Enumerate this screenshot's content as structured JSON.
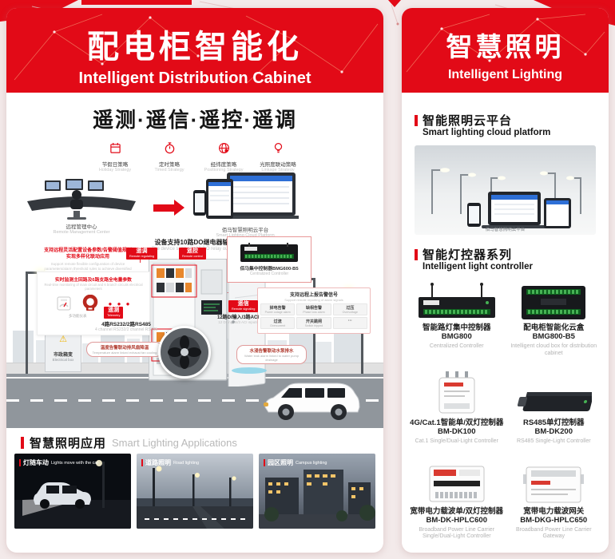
{
  "colors": {
    "accent": "#e20a17",
    "page_bg": "#f3eaea"
  },
  "left": {
    "header": {
      "title": "配电柜智能化",
      "subtitle": "Intelligent Distribution Cabinet"
    },
    "main_title": "遥测·遥信·遥控·遥调",
    "strategies": [
      {
        "icon": "calendar-icon",
        "label": "节假日策略",
        "label_en": "Holiday Strategy"
      },
      {
        "icon": "stopwatch-icon",
        "label": "定时策略",
        "label_en": "Timed Strategy"
      },
      {
        "icon": "globe-icon",
        "label": "经纬度策略",
        "label_en": "Positioning Strategy"
      },
      {
        "icon": "bulb-icon",
        "label": "光照度联动策略",
        "label_en": "Linkage Strategy"
      }
    ],
    "management": {
      "center_label": "远程管理中心",
      "center_label_en": "Remote Management Center",
      "cloud_label": "佰马智慧照明云平台",
      "cloud_label_en": "Smart Lighting Cloud Platform"
    },
    "do_note": {
      "cn": "设备支持10路DO继电器输出",
      "en": "The device supports 10 DO relay outputs"
    },
    "config": {
      "cn": "支持远程灵活配置设备参数/告警阈值规则 实现多样化联动应用",
      "en": "Support remote flexible configuration of device parameters/alarm threshold rules to achieve diversified linkage applications"
    },
    "monitor": {
      "title": "实时监测主回路及6路支路全电量参数",
      "title_en": "Real-time monitoring of main circuit and 6 branch circuits electrical parameters",
      "meter_label": "多功能仪表",
      "ct_label": "互感器"
    },
    "badges": {
      "regulating": {
        "cn": "遥调",
        "en": "Remote regulating"
      },
      "control": {
        "cn": "遥控",
        "en": "Remote control"
      },
      "telemetry": {
        "cn": "遥测",
        "en": "Telemetry",
        "detail_cn": "4路RS232/2路RS485",
        "detail_en": "4 channel RS232/2 channel RS485"
      },
      "signaling": {
        "cn": "遥信",
        "en": "Remote signaling",
        "detail_cn": "12路DI输入/3路ACI",
        "detail_en": "12 DI inputs/3 ACI inputs"
      }
    },
    "controller_callout": {
      "name": "佰马集中控制器BMG600-B5",
      "desc": "Centralized Controller"
    },
    "alarm": {
      "title": "支持远程上报告警信号",
      "title_en": "Support remote reporting of alarm signals",
      "chips": [
        {
          "cn": "掉电告警",
          "en": "Power outage alarm"
        },
        {
          "cn": "缺相告警",
          "en": "Phase loss alarm"
        },
        {
          "cn": "过压",
          "en": "Overvoltage"
        },
        {
          "cn": "过流",
          "en": "Overcurrent"
        },
        {
          "cn": "开关跳闸",
          "en": "Switch tripped"
        },
        {
          "cn": "···",
          "en": ""
        }
      ]
    },
    "scene": {
      "box_cn": "市政箱变",
      "box_en": "Electrical box",
      "pill_temp_cn": "温度告警联动排风扇降温",
      "pill_temp_en": "Temperature alarm linked exhaust fan cooling",
      "pill_water_cn": "水浸告警联动水泵排水",
      "pill_water_en": "Water leak alarm linked to water pump drainage"
    },
    "apps": {
      "title": "智慧照明应用",
      "title_en": "Smart Lighting Applications",
      "cards": [
        {
          "label": "灯随车动",
          "label_en": "Lights move with the car"
        },
        {
          "label": "道路照明",
          "label_en": "Road lighting"
        },
        {
          "label": "园区照明",
          "label_en": "Campus lighting"
        }
      ]
    }
  },
  "right": {
    "header": {
      "title": "智慧照明",
      "subtitle": "Intelligent Lighting"
    },
    "cloud": {
      "title": "智能照明云平台",
      "subtitle": "Smart lighting cloud platform",
      "caption": "佰马智慧照明云平台"
    },
    "controllers": {
      "title": "智能灯控器系列",
      "subtitle": "Intelligent light controller",
      "products": [
        {
          "name": "智能路灯集中控制器",
          "model": "BMG800",
          "desc": "Centralized Controller"
        },
        {
          "name": "配电柜智能化云盒",
          "model": "BMG800-B5",
          "desc": "Intelligent cloud box for distribution cabinet"
        },
        {
          "name": "4G/Cat.1智能单/双灯控制器",
          "model": "BM-DK100",
          "desc": "Cat.1 Single/Dual-Light Controller"
        },
        {
          "name": "RS485单灯控制器",
          "model": "BM-DK200",
          "desc": "RS485 Single-Light Controller"
        },
        {
          "name": "宽带电力载波单/双灯控制器",
          "model": "BM-DK-HPLC600",
          "desc": "Broadband Power Line Carrier Single/Dual-Light Controller"
        },
        {
          "name": "宽带电力载波网关",
          "model": "BM-DKG-HPLC650",
          "desc": "Broadband Power Line Carrier Gateway"
        }
      ]
    }
  }
}
